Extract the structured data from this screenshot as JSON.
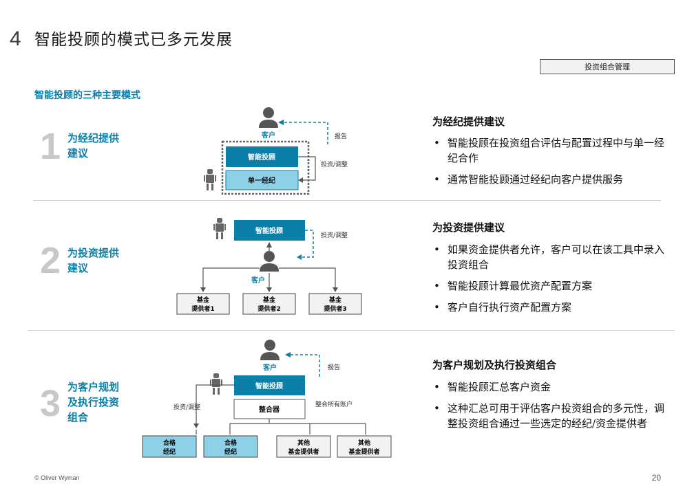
{
  "slide": {
    "number": "4",
    "title": "智能投顾的模式已多元发展",
    "tag": "投资组合管理",
    "subtitle": "智能投顾的三种主要模式"
  },
  "modes": [
    {
      "num": "1",
      "label_lines": [
        "为经纪提供",
        "建议"
      ],
      "heading": "为经纪提供建议",
      "bullets": [
        "智能投顾在投资组合评估与配置过程中与单一经纪合作",
        "通常智能投顾通过经纪向客户提供服务"
      ],
      "diagram": {
        "client": "客户",
        "report": "报告",
        "robo": "智能投顾",
        "invest_adjust": "投资/调整",
        "broker": "单一经纪"
      }
    },
    {
      "num": "2",
      "label_lines": [
        "为投资提供",
        "建议"
      ],
      "heading": "为投资提供建议",
      "bullets": [
        "如果资金提供者允许，客户可以在该工具中录入投资组合",
        "智能投顾计算最优资产配置方案",
        "客户自行执行资产配置方案"
      ],
      "diagram": {
        "client": "客户",
        "robo": "智能投顾",
        "invest_adjust": "投资/调整",
        "providers": [
          [
            "基金",
            "提供者1"
          ],
          [
            "基金",
            "提供者2"
          ],
          [
            "基金",
            "提供者3"
          ]
        ]
      }
    },
    {
      "num": "3",
      "label_lines": [
        "为客户规划",
        "及执行投资",
        "组合"
      ],
      "heading": "为客户规划及执行投资组合",
      "bullets": [
        "智能投顾汇总客户资金",
        "这种汇总可用于评估客户投资组合的多元性，调整投资组合通过一些选定的经纪/资金提供者"
      ],
      "diagram": {
        "client": "客户",
        "report": "报告",
        "robo": "智能投顾",
        "invest_adjust": "投资/调整",
        "integrator": "整合器",
        "integrate_note": "整合所有账户",
        "targets": [
          [
            "合格",
            "经纪"
          ],
          [
            "合格",
            "经纪"
          ],
          [
            "其他",
            "基金提供者"
          ],
          [
            "其他",
            "基金提供者"
          ]
        ]
      }
    }
  ],
  "colors": {
    "accent": "#0a7fa8",
    "light_blue": "#8ed0e6",
    "gray_num": "#c8c8c8",
    "person": "#555555"
  },
  "footer": {
    "copyright": "© Oliver Wyman",
    "page": "20"
  }
}
